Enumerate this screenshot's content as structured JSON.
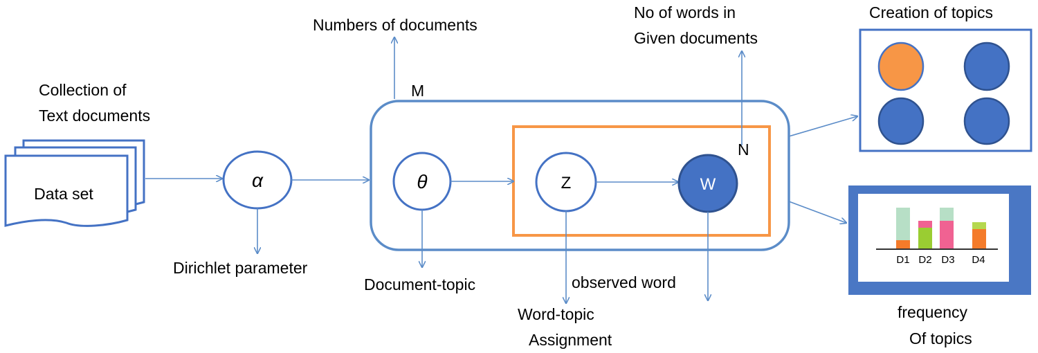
{
  "labels": {
    "collection_line1": "Collection of",
    "collection_line2": "Text documents",
    "dataset": "Data set",
    "alpha": "α",
    "theta": "θ",
    "z": "Z",
    "w": "W",
    "m": "M",
    "n": "N",
    "numbers_of_documents": "Numbers of documents",
    "no_of_words_line1": "No of words in",
    "no_of_words_line2": "Given documents",
    "dirichlet": "Dirichlet parameter",
    "document_topic": "Document-topic",
    "word_topic_line1": "Word-topic",
    "word_topic_line2": "Assignment",
    "observed_word": "observed word",
    "creation_of_topics": "Creation of topics",
    "frequency_line1": "frequency",
    "frequency_line2": "Of topics"
  },
  "bar_chart": {
    "categories": [
      "D1",
      "D2",
      "D3",
      "D4"
    ]
  },
  "colors": {
    "line_blue": "#5b8cc8",
    "node_blue": "#4472c4",
    "orange": "#f79646",
    "plate_orange": "#f79646"
  }
}
